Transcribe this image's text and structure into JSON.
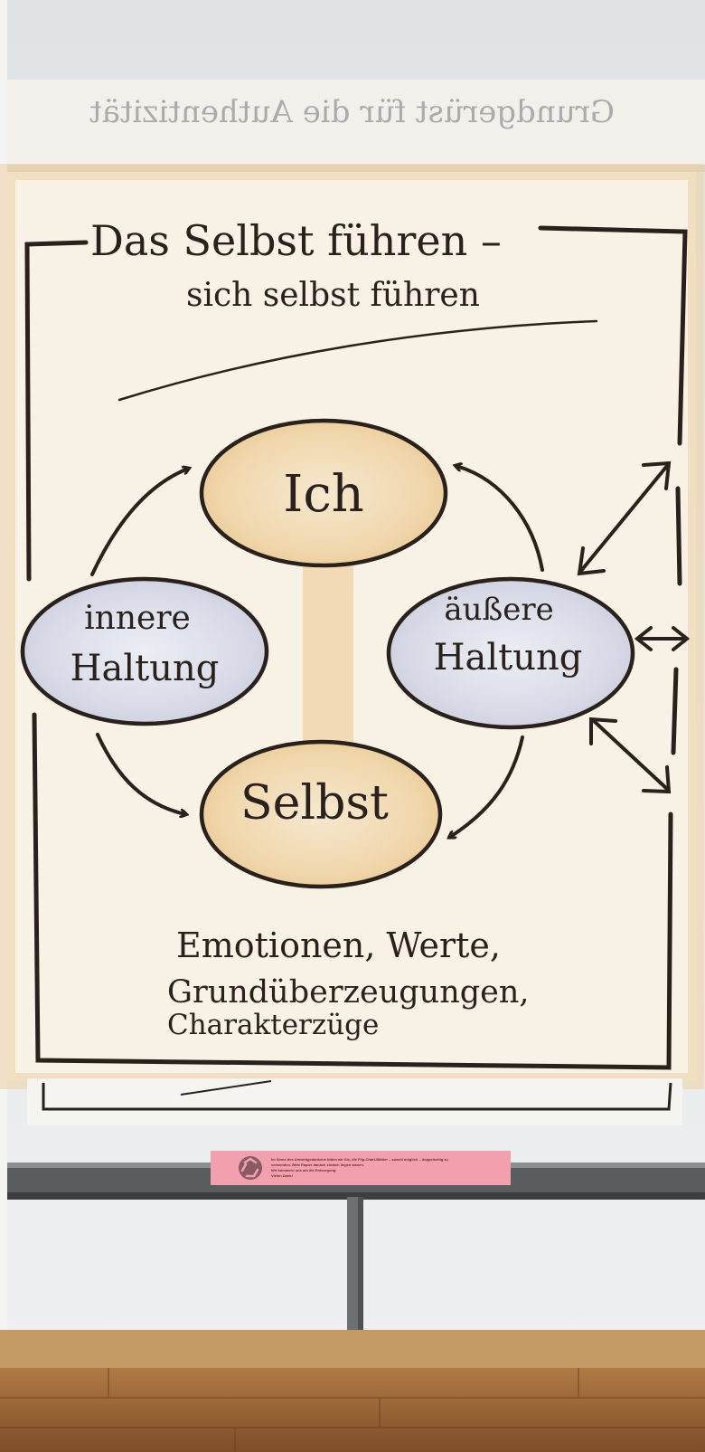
{
  "top_sheet": {
    "text_mirrored": "Grundgerüst für die Authentizität"
  },
  "chart": {
    "title_line1": "Das Selbst führen –",
    "title_line2": "sich selbst führen",
    "node_ich": "Ich",
    "node_inner_line1": "innere",
    "node_inner_line2": "Haltung",
    "node_outer_line1": "äußere",
    "node_outer_line2": "Haltung",
    "node_selbst": "Selbst",
    "bottom_line1": "Emotionen, Werte,",
    "bottom_line2": "Grundüberzeugungen,",
    "bottom_line3": "Charakterzüge"
  },
  "sticker": {
    "line1": "Im Sinne des Umweltgedankens bitten wir Sie, die Flip-Chart-Blätter – soweit möglich – doppelseitig zu",
    "line2": "verwenden. Bitte Papier danach einfach liegen lassen.",
    "line3": "Wir kümmern uns um die Entsorgung.",
    "line4": "Vielen Dank!"
  },
  "colors": {
    "paper": "#f7f1e6",
    "ink": "#2a211c",
    "ochre": "#f0d9b4",
    "blue_grey": "#d9dbe6",
    "sticker": "#f2a0ae"
  }
}
